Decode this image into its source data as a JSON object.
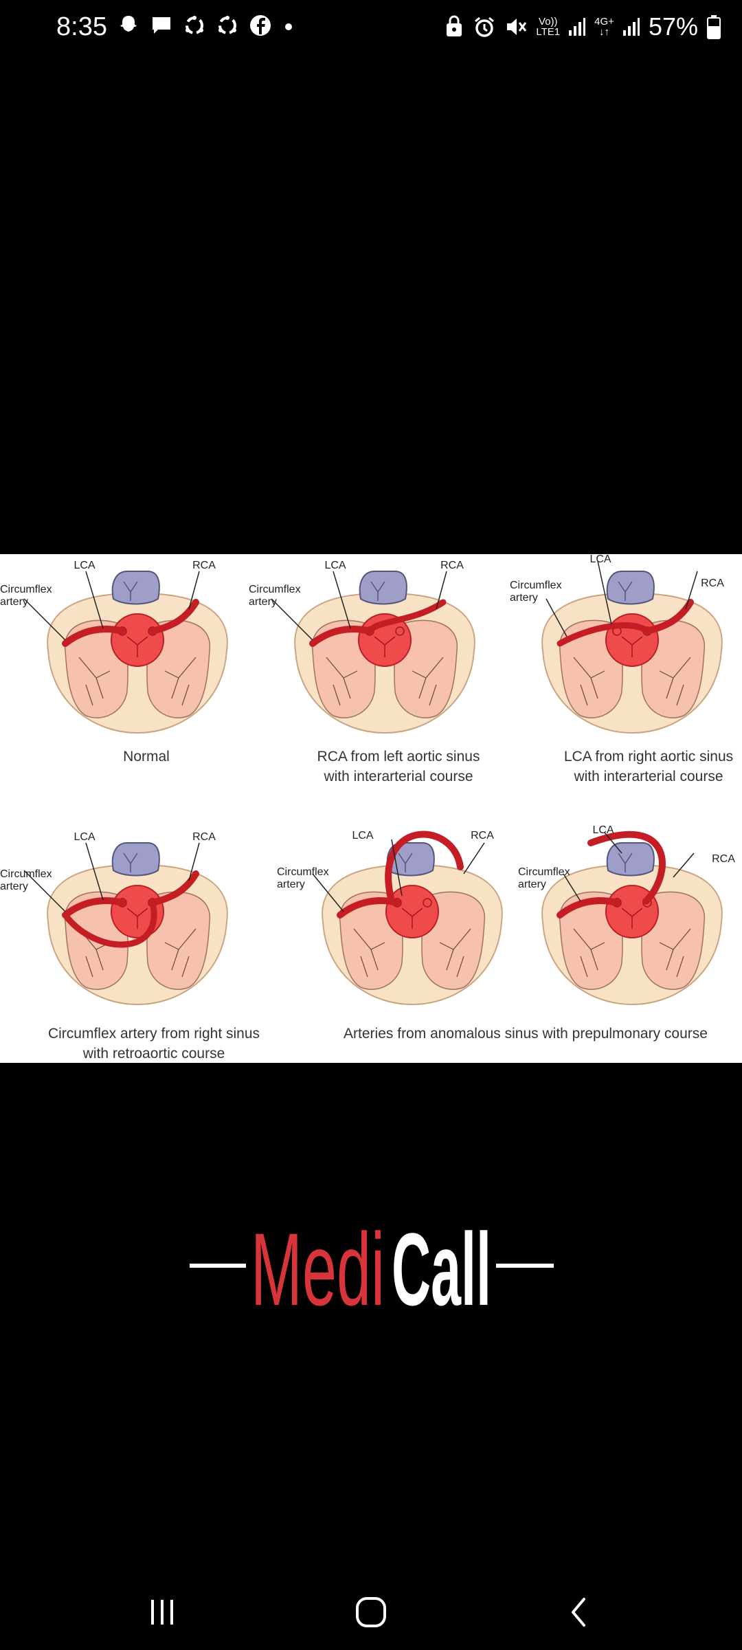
{
  "status_bar": {
    "time": "8:35",
    "network_label_top": "Vo))",
    "network_label_bottom": "LTE1",
    "signal2_label": "4G+",
    "battery_percent": "57%",
    "icons": [
      "snapchat-icon",
      "message-icon",
      "sync-icon",
      "sync-icon",
      "facebook-icon",
      "dot-icon",
      "lock-icon",
      "alarm-icon",
      "mute-icon",
      "signal-icon",
      "signal-icon",
      "battery-icon"
    ]
  },
  "figure": {
    "panels": [
      {
        "lca": "LCA",
        "rca": "RCA",
        "circumflex_1": "Circumflex",
        "circumflex_2": "artery",
        "caption_1": "Normal",
        "caption_2": ""
      },
      {
        "lca": "LCA",
        "rca": "RCA",
        "circumflex_1": "Circumflex",
        "circumflex_2": "artery",
        "caption_1": "RCA from left aortic sinus",
        "caption_2": "with interarterial course"
      },
      {
        "lca": "LCA",
        "rca": "RCA",
        "circumflex_1": "Circumflex",
        "circumflex_2": "artery",
        "caption_1": "LCA from right aortic sinus",
        "caption_2": "with interarterial course"
      },
      {
        "lca": "LCA",
        "rca": "RCA",
        "circumflex_1": "Circumflex",
        "circumflex_2": "artery"
      },
      {
        "lca": "LCA",
        "rca": "RCA",
        "circumflex_1": "Circumflex",
        "circumflex_2": "artery"
      },
      {
        "lca": "LCA",
        "rca": "RCA",
        "circumflex_1": "Circumflex",
        "circumflex_2": "artery"
      }
    ],
    "bottom_caption_left_1": "Circumflex artery from right sinus",
    "bottom_caption_left_2": "with retroaortic course",
    "bottom_caption_right": "Arteries from anomalous sinus with prepulmonary course"
  },
  "watermark": {
    "part1": "Medi",
    "part2": "Call"
  },
  "colors": {
    "background": "#000000",
    "watermark_red": "#d8353a",
    "artery_red": "#c41e24",
    "aorta_red": "#f04b4b",
    "pulmonary_grey": "#9e9ec8",
    "heart_beige": "#f7e2c6",
    "ventricle_pink": "#f6c1ad"
  }
}
